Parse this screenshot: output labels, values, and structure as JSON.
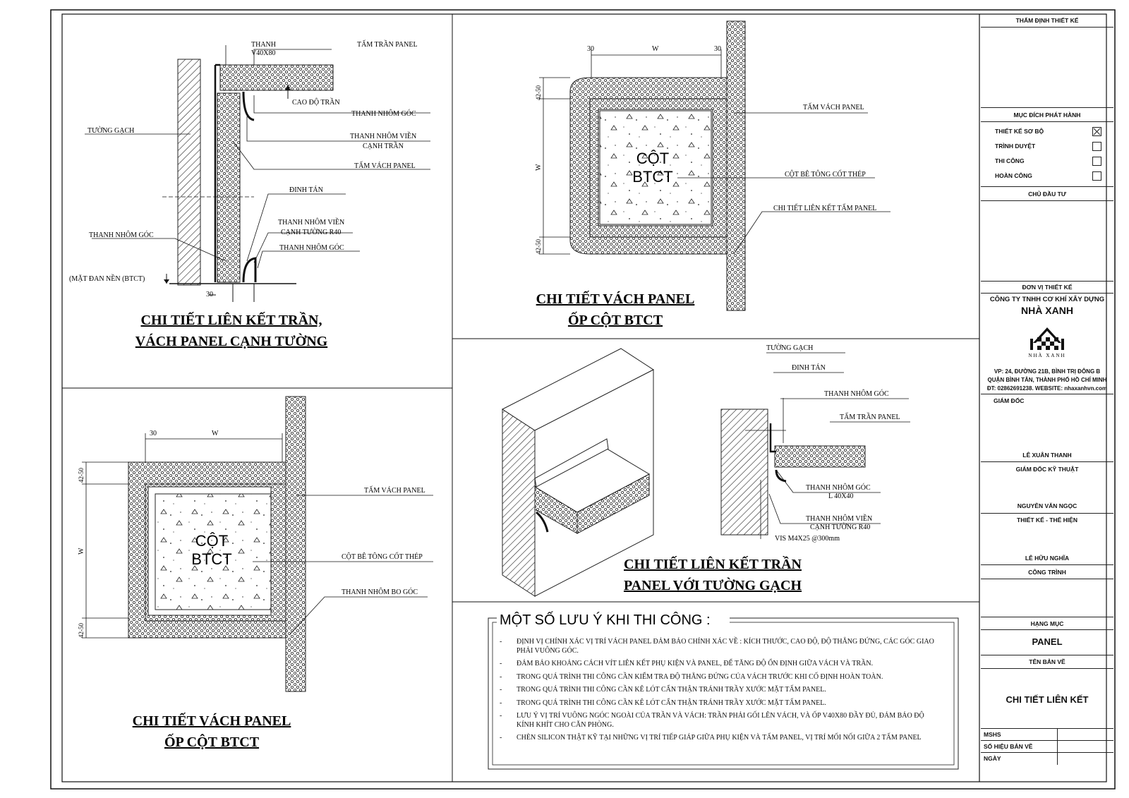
{
  "detail_1": {
    "title_line1": "CHI TIẾT LIÊN KẾT TRẦN,",
    "title_line2": "VÁCH PANEL CẠNH TƯỜNG",
    "labels": {
      "thanh": "THANH",
      "v40x80": "V40X80",
      "tam_tran_panel": "TẤM TRẦN PANEL",
      "cao_do_tran": "CAO ĐỘ TRẦN",
      "thanh_nhom_goc_top": "THANH NHÔM GÓC",
      "thanh_nhom_vien_1": "THANH NHÔM VIỀN",
      "canh_tran": "CẠNH TRẦN",
      "tuong_gach": "TƯỜNG GẠCH",
      "tam_vach_panel": "TẤM VÁCH PANEL",
      "dinh_tan": "ĐINH TÁN",
      "thanh_nhom_goc_left": "THANH NHÔM GÓC",
      "thanh_nhom_vien_2": "THANH NHÔM VIỀN",
      "canh_tuong_r40": "CẠNH TƯỜNG R40",
      "thanh_nhom_goc_bottom": "THANH NHÔM GÓC",
      "mat_dan_nen": "(MẶT ĐAN NỀN (BTCT)",
      "dim_30": "30"
    }
  },
  "detail_2": {
    "title_line1": "CHI TIẾT VÁCH PANEL",
    "title_line2": "ỐP CỘT BTCT",
    "labels": {
      "dim_30_left": "30",
      "dim_w": "W",
      "dim_30_right": "30",
      "dim_42_50_top": "42-50",
      "dim_w_vertical": "W",
      "dim_42_50_bottom": "42-50",
      "tam_vach_panel": "TẤM VÁCH PANEL",
      "cot": "CỘT",
      "btct": "BTCT",
      "cot_be_tong": "CỘT BÊ TÔNG CỐT THÉP",
      "chi_tiet_lien_ket": "CHI TIẾT LIÊN KẾT TẤM PANEL"
    }
  },
  "detail_3": {
    "title_line1": "CHI TIẾT VÁCH PANEL",
    "title_line2": "ỐP CỘT BTCT",
    "labels": {
      "dim_30": "30",
      "dim_w": "W",
      "dim_42_50_top": "42-50",
      "dim_w_vertical": "W",
      "dim_42_50_bottom": "42-50",
      "tam_vach_panel": "TẤM VÁCH PANEL",
      "cot": "CỘT",
      "btct": "BTCT",
      "cot_be_tong": "CỘT BÊ TÔNG CỐT THÉP",
      "thanh_nhom_bo_goc": "THANH NHÔM BO GÓC"
    }
  },
  "detail_4": {
    "title_line1": "CHI TIẾT LIÊN KẾT TRẦN",
    "title_line2": "PANEL VỚI TƯỜNG GẠCH",
    "labels": {
      "tuong_gach": "TƯỜNG GẠCH",
      "dinh_tan": "ĐINH TÁN",
      "thanh_nhom_goc": "THANH NHÔM GÓC",
      "tam_tran_panel": "TẤM TRẦN PANEL",
      "thanh_nhom_goc_2": "THANH NHÔM GÓC",
      "l40x40": "L 40X40",
      "thanh_nhom_vien": "THANH NHÔM VIỀN",
      "canh_tuong_r40": "CẠNH TƯỜNG R40",
      "vis": "VIS M4X25 @300mm"
    }
  },
  "notes": {
    "heading": "MỘT SỐ LƯU Ý KHI THI CÔNG :",
    "items": [
      "ĐỊNH VỊ CHÍNH XÁC VỊ TRÍ VÁCH PANEL ĐẢM BẢO CHÍNH XÁC VỀ : KÍCH THƯỚC, CAO ĐỘ, ĐỘ THẲNG ĐỨNG, CÁC GÓC GIAO PHẢI VUÔNG GÓC.",
      "ĐẢM BẢO KHOẢNG CÁCH VÍT LIÊN KẾT PHỤ KIỆN VÀ PANEL, ĐỂ TĂNG ĐỘ ỔN ĐỊNH GIỮA VÁCH VÀ TRẦN.",
      "TRONG QUÁ TRÌNH THI CÔNG CẦN KIỂM TRA ĐỘ THẲNG ĐỨNG CỦA VÁCH TRƯỚC KHI CỐ ĐỊNH HOÀN TOÀN.",
      "TRONG QUÁ TRÌNH THI CÔNG CẦN KÊ LÓT CẨN THẬN TRÁNH TRẦY XƯỚC MẶT TẤM PANEL.",
      "TRONG QUÁ TRÌNH THI CÔNG CẦN KÊ LÓT CẨN THẬN TRÁNH TRẦY XƯỚC MẶT TẤM PANEL.",
      "LƯU Ý VỊ TRÍ VUÔNG NGÓC NGOÀI CỦA TRẦN VÀ VÁCH: TRẦN PHẢI GỐI LÊN VÁCH, VÀ ỐP V40X80 ĐẦY ĐỦ, ĐẢM BẢO ĐỘ KÍNH KHÍT CHO CĂN PHÒNG.",
      "CHÈN SILICON THẬT KỸ TẠI NHỮNG VỊ TRÍ TIẾP GIÁP GIỮA PHỤ KIỆN VÀ TẤM PANEL, VỊ TRÍ MỐI NỐI GIỮA 2 TẤM PANEL"
    ]
  },
  "title_block": {
    "tham_dinh": "THẨM ĐỊNH THIẾT KẾ",
    "muc_dich": "MỤC ĐÍCH PHÁT HÀNH",
    "options": [
      {
        "label": "THIẾT KẾ SƠ BỘ",
        "checked": true
      },
      {
        "label": "TRÌNH DUYỆT",
        "checked": false
      },
      {
        "label": "THI CÔNG",
        "checked": false
      },
      {
        "label": "HOÀN CÔNG",
        "checked": false
      }
    ],
    "chu_dau_tu": "CHỦ ĐẦU TƯ",
    "don_vi": "ĐƠN VỊ THIẾT KẾ",
    "company_line1": "CÔNG TY TNHH CƠ KHÍ XÂY DỰNG",
    "company_line2": "NHÀ XANH",
    "logo_text": "NHÀ XANH",
    "address_1": "VP: 24, ĐƯỜNG 21B, BÌNH TRỊ ĐÔNG B",
    "address_2": "QUẬN BÌNH TÂN, THÀNH PHỐ HỒ CHÍ MINH",
    "contact": "ĐT: 02862691238. WEBSITE: nhaxanhvn.com",
    "giam_doc": "GIÁM ĐỐC",
    "giam_doc_name": "LÊ XUÂN THANH",
    "gd_ky_thuat": "GIÁM ĐỐC KỸ THUẬT",
    "gd_ky_thuat_name": "NGUYỄN VĂN NGỌC",
    "thiet_ke": "THIẾT KẾ - THỂ HIỆN",
    "thiet_ke_name": "LÊ HỮU NGHĨA",
    "cong_trinh": "CÔNG TRÌNH",
    "hang_muc": "HẠNG MỤC",
    "hang_muc_value": "PANEL",
    "ten_ban_ve": "TÊN BẢN VẼ",
    "ten_ban_ve_value": "CHI TIẾT LIÊN KẾT",
    "mshs": "MSHS",
    "so_hieu": "SỐ HIỆU BẢN VẼ",
    "ngay": "NGÀY"
  }
}
